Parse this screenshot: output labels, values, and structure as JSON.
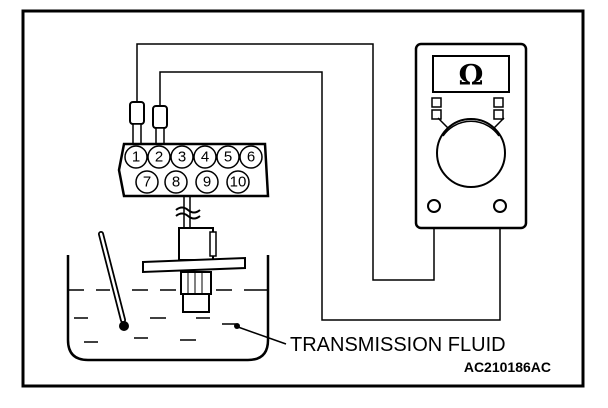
{
  "connector": {
    "pins_top": [
      "1",
      "2",
      "3",
      "4",
      "5",
      "6"
    ],
    "pins_bottom": [
      "7",
      "8",
      "9",
      "10"
    ]
  },
  "meter": {
    "display_symbol": "Ω"
  },
  "labels": {
    "fluid": "TRANSMISSION FLUID",
    "figure_code": "AC210186AC"
  }
}
